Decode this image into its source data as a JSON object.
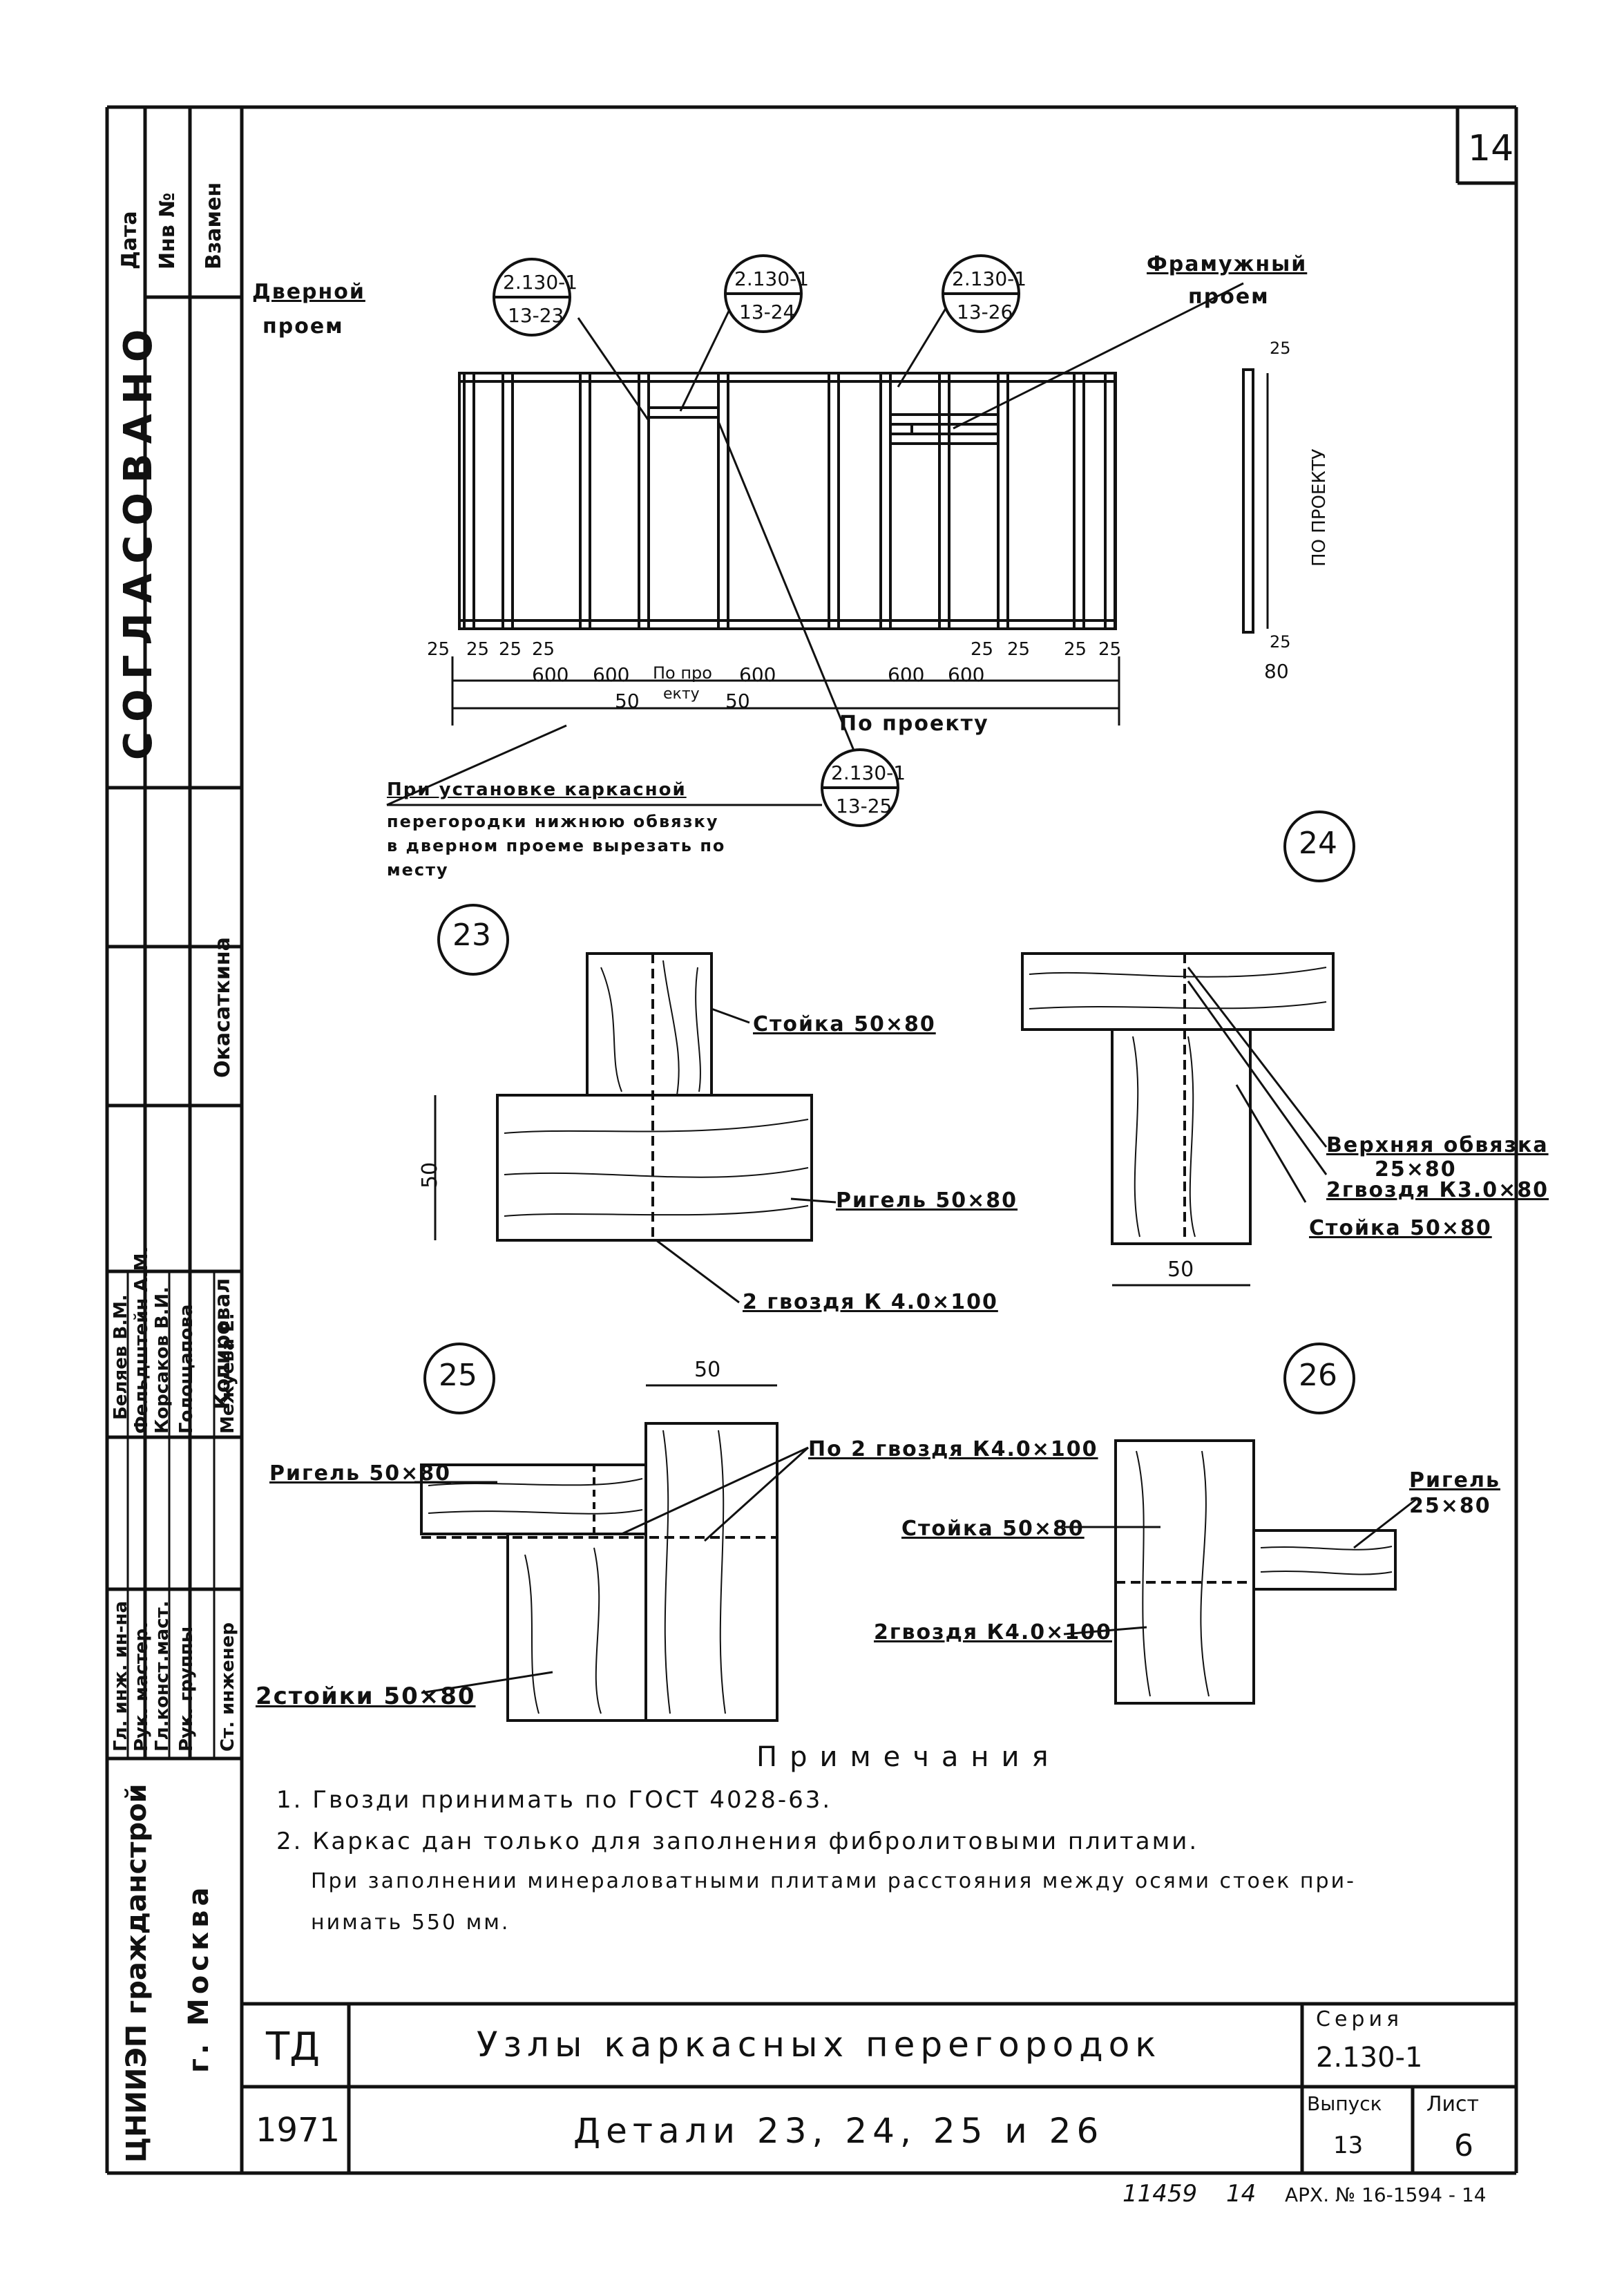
{
  "sheet_number": "14",
  "stamp": {
    "header_cols": [
      "Дата",
      "Инв №",
      "Взамен"
    ],
    "agreed": "СОГЛАСОВАНО",
    "roles_row": [
      "Окасаткина",
      "Копировал"
    ],
    "persons": [
      "Беляев В.М.",
      "Фельдштейн А.М.",
      "Корсаков В.И.",
      "Голощапова",
      "Межуева Е."
    ],
    "positions": [
      "Гл. инж. ин-на",
      "Рук. мастер.",
      "Гл.конст.маст.",
      "Рук. группы",
      "Ст. инженер"
    ],
    "org": "ЦНИИЭП гражданстрой",
    "city": "г. Москва"
  },
  "main": {
    "door_label_1": "Дверной",
    "door_label_2": "проем",
    "transom_label_1": "Фрамужный",
    "transom_label_2": "проем",
    "refs": [
      {
        "top": "2.130-1",
        "bottom": "13-23"
      },
      {
        "top": "2.130-1",
        "bottom": "13-24"
      },
      {
        "top": "2.130-1",
        "bottom": "13-26"
      },
      {
        "top": "2.130-1",
        "bottom": "13-25"
      }
    ],
    "dims": [
      "25",
      "25",
      "25",
      "25",
      "600",
      "600",
      "По про",
      "600",
      "600",
      "600",
      "25",
      "25",
      "25",
      "25",
      "50",
      "екту",
      "50"
    ],
    "by_design": "По проекту",
    "side_dims": [
      "25",
      "25",
      "80"
    ],
    "side_label": "ПО ПРОЕКТУ",
    "install_note_1": "При установке каркасной",
    "install_note_2": "перегородки нижнюю обвязку",
    "install_note_3": "в дверном проеме вырезать по",
    "install_note_4": "месту"
  },
  "details": {
    "d23": {
      "num": "23",
      "post": "Стойка 50×80",
      "beam": "Ригель 50×80",
      "nails": "2 гвоздя К 4.0×100",
      "dim": "50"
    },
    "d24": {
      "num": "24",
      "top": "Верхняя обвязка",
      "top_size": "25×80",
      "nails": "2гвоздя К3.0×80",
      "post": "Стойка 50×80",
      "dim": "50"
    },
    "d25": {
      "num": "25",
      "beam": "Ригель 50×80",
      "nails": "По 2 гвоздя К4.0×100",
      "posts": "2стойки 50×80",
      "dim": "50"
    },
    "d26": {
      "num": "26",
      "beam": "Ригель",
      "beam_size": "25×80",
      "post": "Стойка 50×80",
      "nails": "2гвоздя К4.0×100"
    }
  },
  "notes": {
    "title": "Примечания",
    "items": [
      "1. Гвозди принимать по ГОСТ 4028-63.",
      "2. Каркас дан только для заполнения фибролитовыми плитами.",
      "При заполнении минераловатными плитами расстояния между осями стоек при-",
      "нимать 550 мм."
    ]
  },
  "title_block": {
    "td": "ТД",
    "year": "1971",
    "title": "Узлы каркасных перегородок",
    "subtitle": "Детали 23, 24, 25 и 26",
    "series_label": "Серия",
    "series": "2.130-1",
    "issue_label": "Выпуск",
    "issue": "13",
    "sheet_label": "Лист",
    "sheet": "6"
  },
  "archive": {
    "left": "11459",
    "mid": "14",
    "right": "АРХ. № 16-1594 - 14"
  }
}
